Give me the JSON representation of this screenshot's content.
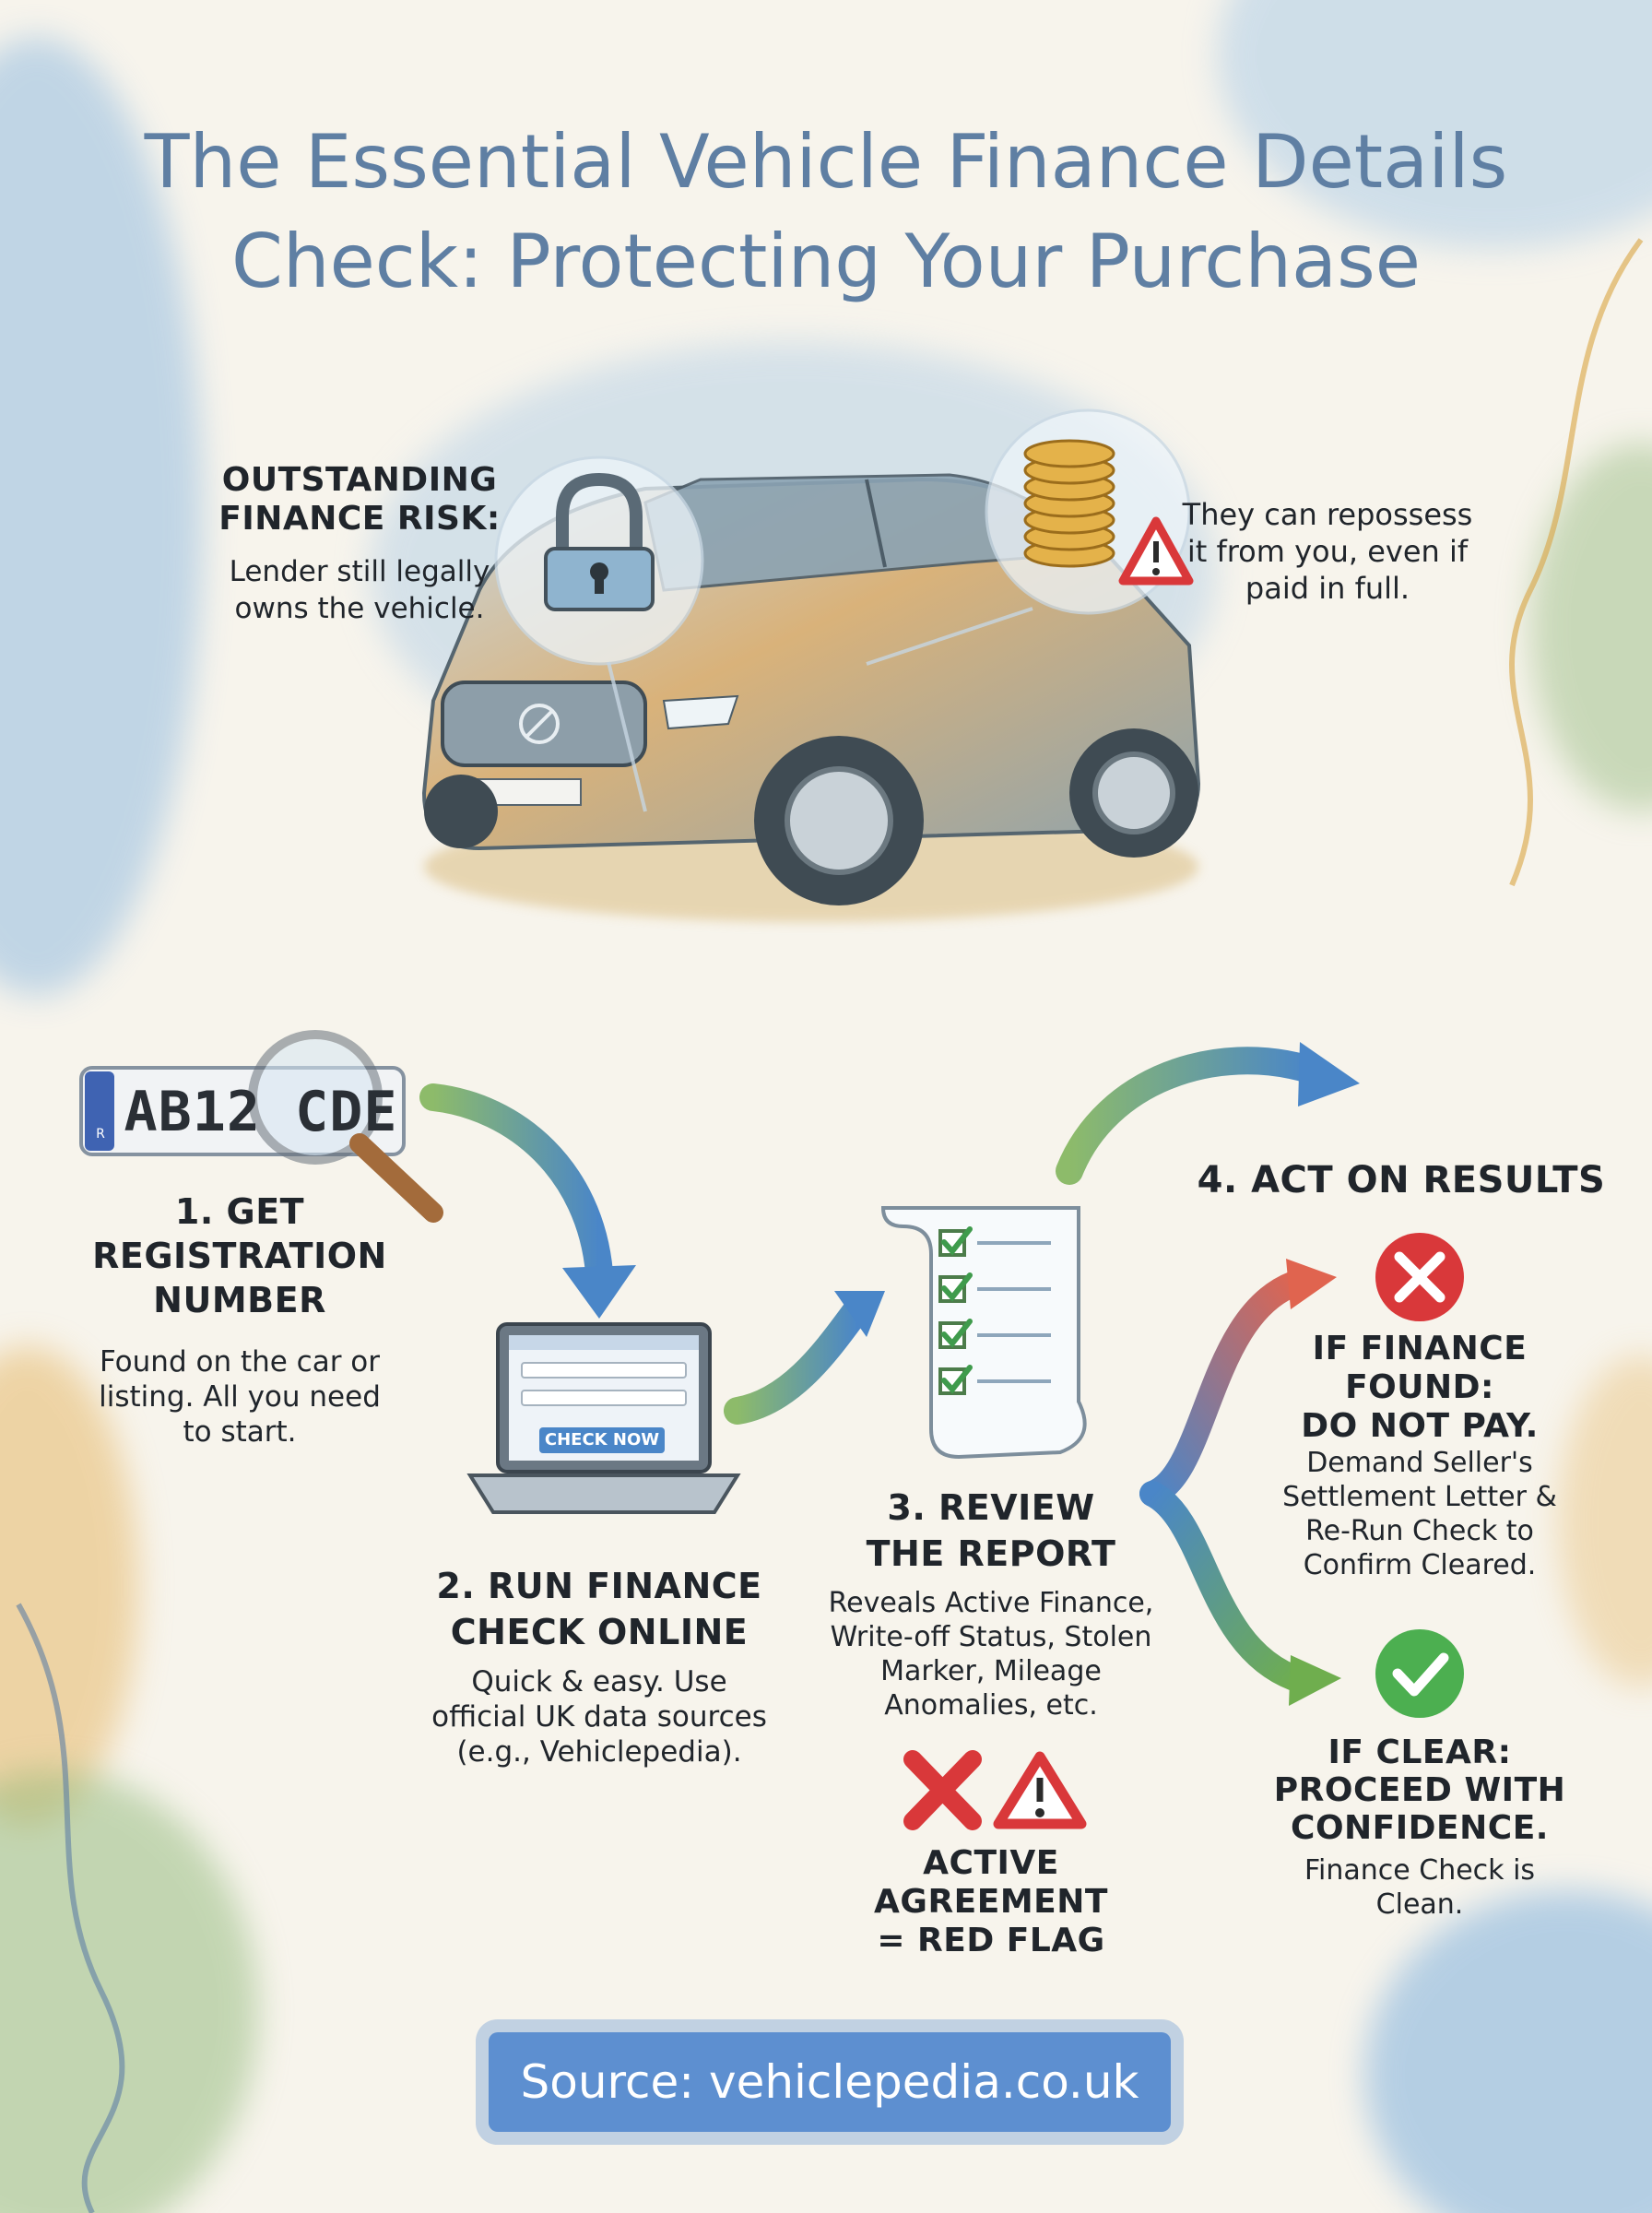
{
  "header": {
    "title_line1": "The Essential Vehicle Finance Details",
    "title_line2": "Check: Protecting Your Purchase"
  },
  "risk": {
    "heading_line1": "OUTSTANDING",
    "heading_line2": "FINANCE RISK:",
    "body_line1": "Lender still legally",
    "body_line2": "owns the vehicle.",
    "repossess_line1": "They can repossess",
    "repossess_line2": "it from you, even if",
    "repossess_line3": "paid in full."
  },
  "steps": {
    "plate_text": "AB12 CDE",
    "plate_side": "R",
    "step1_line1": "1. GET",
    "step1_line2": "REGISTRATION",
    "step1_line3": "NUMBER",
    "step1_body1": "Found on the car or",
    "step1_body2": "listing. All you need",
    "step1_body3": "to start.",
    "check_button": "CHECK NOW",
    "step2_line1": "2. RUN FINANCE",
    "step2_line2": "CHECK ONLINE",
    "step2_body1": "Quick & easy. Use",
    "step2_body2": "official UK data sources",
    "step2_body3": "(e.g., Vehiclepedia).",
    "step3_line1": "3. REVIEW",
    "step3_line2": "THE REPORT",
    "step3_body1": "Reveals Active Finance,",
    "step3_body2": "Write-off Status, Stolen",
    "step3_body3": "Marker, Mileage",
    "step3_body4": "Anomalies, etc.",
    "flag_line1": "ACTIVE AGREEMENT",
    "flag_line2": "= RED FLAG",
    "step4_heading": "4. ACT ON RESULTS",
    "found_line1": "IF FINANCE",
    "found_line2": "FOUND:",
    "found_line3": "DO NOT PAY.",
    "found_body1": "Demand Seller's",
    "found_body2": "Settlement Letter &",
    "found_body3": "Re-Run Check to",
    "found_body4": "Confirm Cleared.",
    "clear_line1": "IF CLEAR:",
    "clear_line2": "PROCEED WITH",
    "clear_line3": "CONFIDENCE.",
    "clear_body1": "Finance Check is",
    "clear_body2": "Clean."
  },
  "footer": {
    "source": "Source: vehiclepedia.co.uk"
  },
  "colors": {
    "title": "#5f7fa3",
    "accent_blue": "#5d8fd0",
    "red": "#d9383a",
    "green": "#4caf50",
    "gold": "#d9a441"
  }
}
